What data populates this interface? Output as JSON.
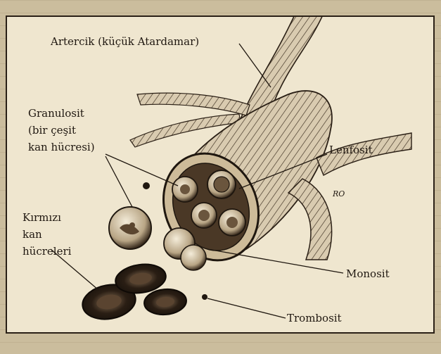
{
  "labels": {
    "arteriole": "Artercik (küçük Atardamar)",
    "granulocyte_line1": "Granulosit",
    "granulocyte_line2": "(bir çeşit",
    "granulocyte_line3": "kan hücresi)",
    "lymphocyte": "Lenfosit",
    "red_cells_line1": "Kırmızı",
    "red_cells_line2": "kan",
    "red_cells_line3": "hücreleri",
    "monocyte": "Monosit",
    "thrombocyte": "Trombosit"
  },
  "signature": "RO",
  "colors": {
    "ink": "#1f1710",
    "paper": "#efe6cf",
    "page": "#cbbd9d"
  }
}
